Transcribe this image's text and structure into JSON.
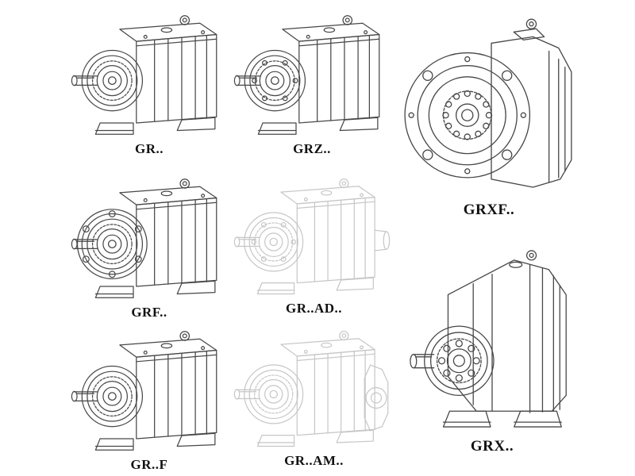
{
  "colors": {
    "background": "#ffffff",
    "line": "#474747",
    "line_light": "#c6c6c6",
    "label": "#111111"
  },
  "models": [
    {
      "label": "GR.."
    },
    {
      "label": "GRZ.."
    },
    {
      "label": "GRXF.."
    },
    {
      "label": "GRF.."
    },
    {
      "label": "GR..AD.."
    },
    {
      "label": "GRX.."
    },
    {
      "label": "GR..F"
    },
    {
      "label": "GR..AM.."
    }
  ]
}
